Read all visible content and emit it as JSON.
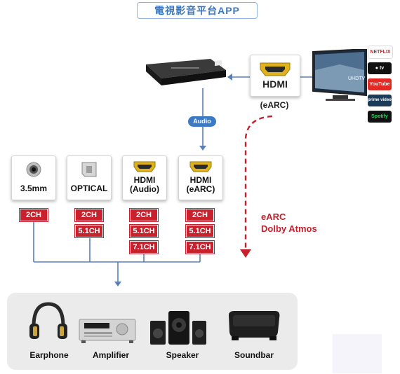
{
  "title": "電視影音平台APP",
  "source_box": {
    "label": "HDMI",
    "sublabel": "(eARC)"
  },
  "audio_badge": "Audio",
  "earc_note": {
    "line1": "eARC",
    "line2": "Dolby Atmos"
  },
  "apps": [
    "NETFLIX",
    "tv",
    "YouTube",
    "prime video",
    "Spotify"
  ],
  "outputs": [
    {
      "label_lines": [
        "3.5mm"
      ],
      "channels": [
        "2CH"
      ]
    },
    {
      "label_lines": [
        "OPTICAL"
      ],
      "channels": [
        "2CH",
        "5.1CH"
      ]
    },
    {
      "label_lines": [
        "HDMI",
        "(Audio)"
      ],
      "channels": [
        "2CH",
        "5.1CH",
        "7.1CH"
      ]
    },
    {
      "label_lines": [
        "HDMI",
        "(eARC)"
      ],
      "channels": [
        "2CH",
        "5.1CH",
        "7.1CH"
      ]
    }
  ],
  "devices": [
    "Earphone",
    "Amplifier",
    "Speaker",
    "Soundbar"
  ],
  "colors": {
    "title_blue": "#3b78c3",
    "line_blue": "#5a7fb5",
    "tag_red": "#c8202c",
    "hdmi_gold": "#e0b21c",
    "panel_gray": "#ebebeb"
  }
}
